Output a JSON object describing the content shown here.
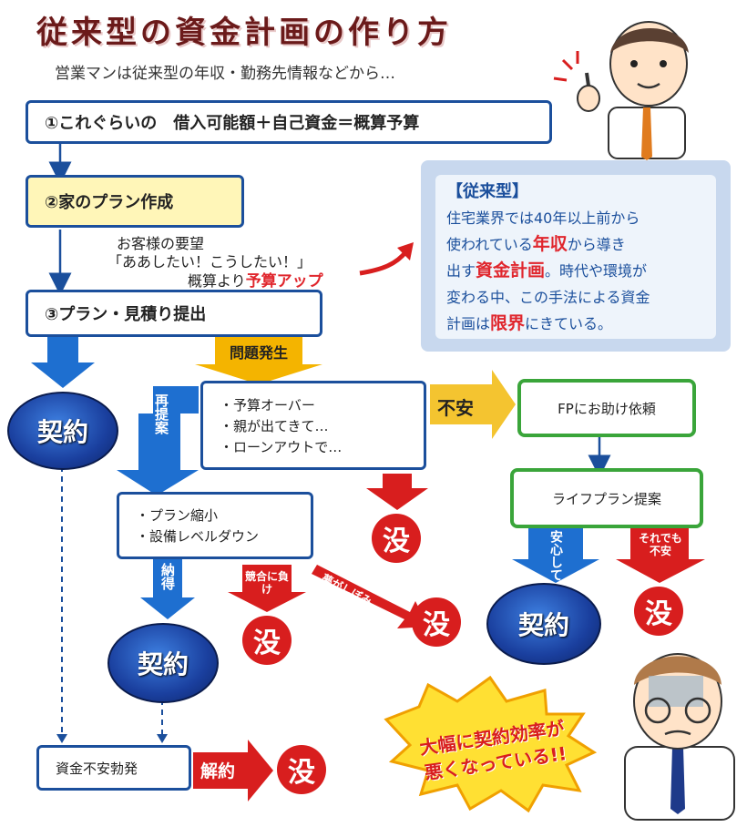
{
  "title": "従来型の資金計画の作り方",
  "subtitle": "営業マンは従来型の年収・勤務先情報などから…",
  "step1": "①これぐらいの　借入可能額＋自己資金＝概算予算",
  "step2": "②家のプラン作成",
  "customer_request": {
    "line1": "お客様の要望",
    "line2": "「ああしたい！こうしたい！」",
    "line3_prefix": "概算より",
    "line3_emphasis": "予算アップ"
  },
  "step3": "③プラン・見積り提出",
  "problem_label": "問題発生",
  "problems": [
    "・予算オーバー",
    "・親が出てきて…",
    "・ローンアウトで…"
  ],
  "repropose_label": "再提案",
  "downgrade": [
    "・プラン縮小",
    "・設備レベルダウン"
  ],
  "accept_label": "納得",
  "competitor_label": "競合に負け",
  "dream_label": "夢がしぼみ",
  "anxiety_label": "不安",
  "fp_request": "FPにお助け依頼",
  "lifeplan": "ライフプラン提案",
  "relief_label": "安心して",
  "still_anxious_label": "それでも不安",
  "contract": "契約",
  "rejected": "没",
  "cancel_source": "資金不安勃発",
  "cancel_label": "解約",
  "traditional_box": {
    "heading": "【従来型】",
    "l1": "住宅業界では40年以上前から",
    "l2_a": "使われている",
    "l2_b": "年収",
    "l2_c": "から導き",
    "l3_a": "出す",
    "l3_b": "資金計画",
    "l3_c": "。時代や環境が",
    "l4": "変わる中、この手法による資金",
    "l5_a": "計画は",
    "l5_b": "限界",
    "l5_c": "にきている。"
  },
  "burst_text": {
    "line1": "大幅に契約効率が",
    "line2": "悪くなっている!!"
  },
  "colors": {
    "blue": "#1b4f9c",
    "green": "#3aa53a",
    "red": "#d81e1e",
    "yellow": "#f4c430",
    "box_yellow": "#fff6b8"
  }
}
